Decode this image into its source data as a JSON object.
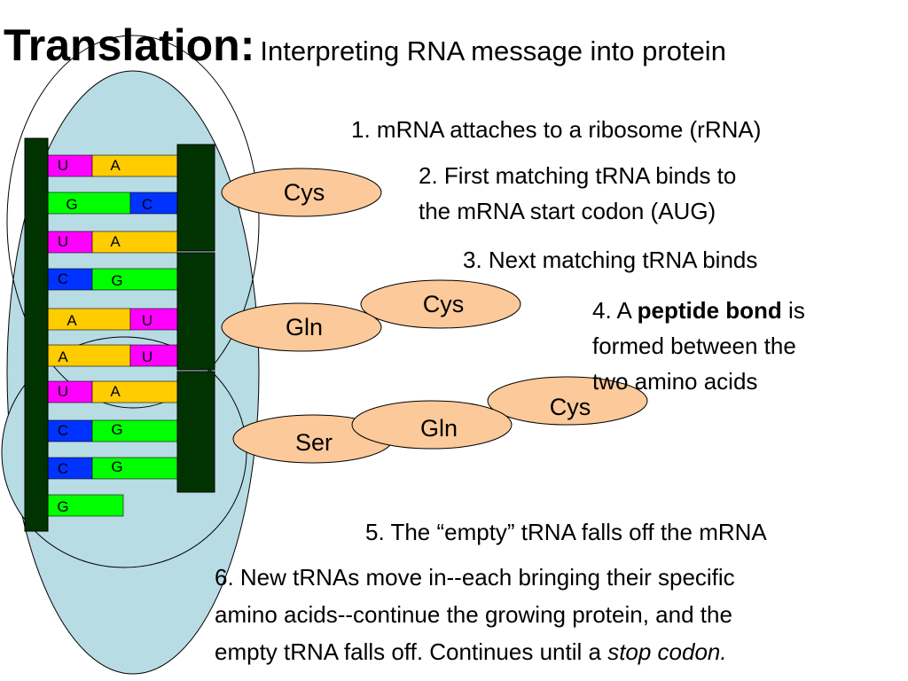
{
  "title": {
    "main": "Translation:",
    "subtitle": "Interpreting RNA message into protein"
  },
  "steps": {
    "s1": "1. mRNA attaches to a ribosome (rRNA)",
    "s2_line1": "2. First matching tRNA binds to",
    "s2_line2": "the mRNA start codon (AUG)",
    "s3": "3. Next matching tRNA binds",
    "s4_prefix": "4. A ",
    "s4_bold": "peptide bond",
    "s4_suffix": " is",
    "s4_line2": "formed between the",
    "s4_line3": "two amino acids",
    "s5": "5. The “empty” tRNA falls off the mRNA",
    "s6_line1": "6. New tRNAs move in--each bringing their specific",
    "s6_line2": "amino acids--continue the growing protein, and the",
    "s6_line3_prefix": "empty tRNA falls off.  Continues until a ",
    "s6_line3_italic": "stop codon."
  },
  "amino_acids": {
    "a1": "Cys",
    "a2": "Gln",
    "a3": "Cys",
    "a4": "Ser",
    "a5": "Gln",
    "a6": "Cys"
  },
  "mrna_bases": [
    "U",
    "G",
    "U",
    "C",
    "A",
    "A",
    "U",
    "C",
    "C",
    "G"
  ],
  "trna_bases": [
    "A",
    "C",
    "A",
    "G",
    "U",
    "U",
    "A",
    "G",
    "G"
  ],
  "colors": {
    "U": "#ff00ff",
    "A": "#ffcc00",
    "G": "#00ff00",
    "C": "#0033ff",
    "ribosome": "#b8dce3",
    "amino_acid": "#fbc99a",
    "backbone": "#003300"
  }
}
